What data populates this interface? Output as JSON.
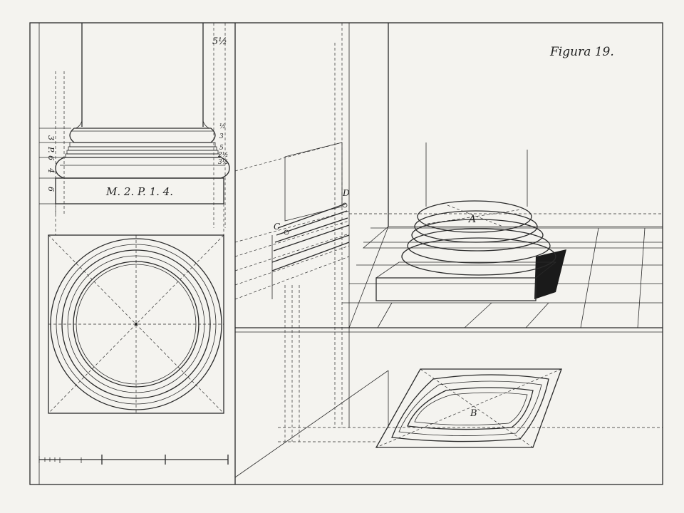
{
  "figure": {
    "title": "Figura 19.",
    "label_module": "M. 2. P. 1. 4.",
    "label_A": "A",
    "label_B": "B",
    "label_C": "C",
    "label_D": "D",
    "dim_top": "5½",
    "dims_right": [
      "½",
      "3",
      "5",
      "2½",
      "3½"
    ],
    "dims_left": [
      "3",
      "P. 6",
      "4",
      "6"
    ]
  }
}
